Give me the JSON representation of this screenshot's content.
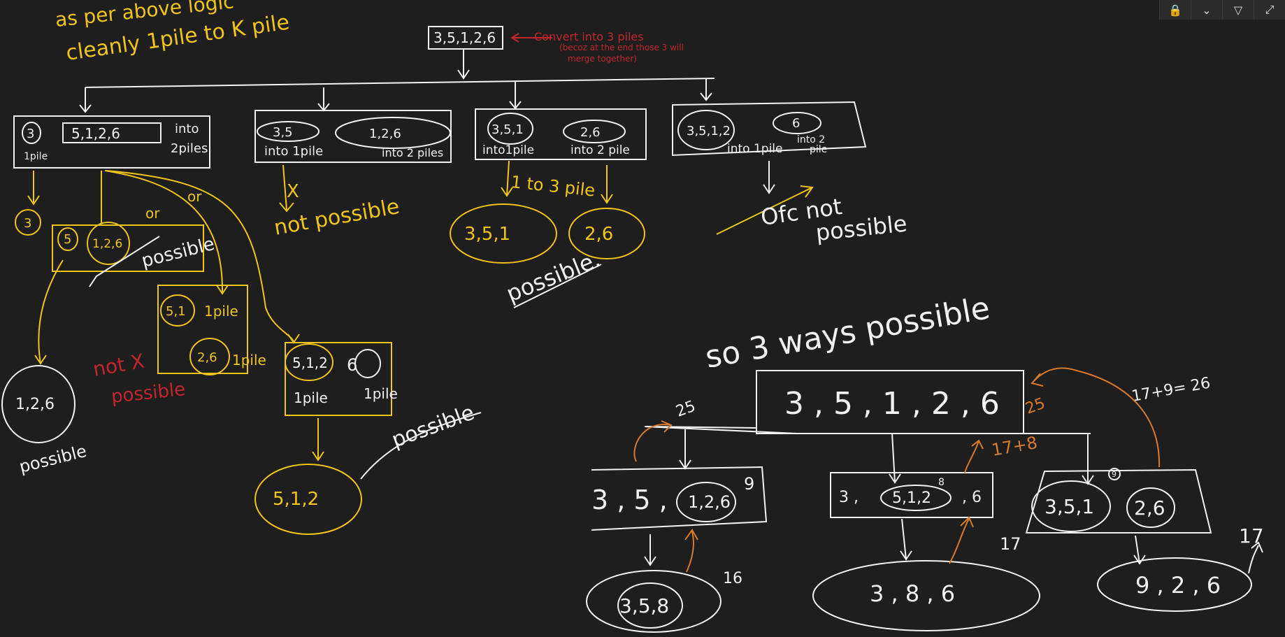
{
  "notes": {
    "heading_line1": "as per above logic",
    "heading_line2": "cleanly 1pile to K pile",
    "convert": "Convert into 3 piles",
    "convert_sub1": "(becoz at the end those 3 will",
    "convert_sub2": "merge together)"
  },
  "root": "3,5,1,2,6",
  "split1": {
    "a": "3",
    "b": "5,1,2,6",
    "into": "into",
    "piles": "2piles",
    "one": "1pile"
  },
  "split2": {
    "a": "3,5",
    "b": "1,2,6",
    "la": "into 1pile",
    "lb": "into 2 piles"
  },
  "split3": {
    "a": "3,5,1",
    "b": "2,6",
    "la": "into1pile",
    "lb": "into 2 pile"
  },
  "split4": {
    "a": "3,5,1,2",
    "b": "6",
    "la": "into 1pile",
    "lb1": "into 2",
    "lb2": "pile"
  },
  "s1": {
    "three": "3",
    "or1": "or",
    "or2": "or",
    "opt1a": "5",
    "opt1b": "1,2,6",
    "possible1": "possible",
    "opt2a": "5,1",
    "opt2b": "2,6",
    "onepile": "1pile",
    "onepile2": "1pile",
    "notposs1": "not X",
    "notposs2": "possible",
    "opt3a": "5,1,2",
    "opt3b": "6",
    "opt3la": "1pile",
    "opt3lb": "1pile",
    "circ_left": "1,2,6",
    "possible_left": "possible",
    "final": "5,1,2",
    "possible_final": "possible"
  },
  "s2": {
    "x": "X",
    "notpossible": "not possible"
  },
  "s3": {
    "piles": "1 to 3 pile",
    "left": "3,5,1",
    "right": "2,6",
    "possible": "possible."
  },
  "s4": {
    "ofc1": "Ofc not",
    "ofc2": "possible"
  },
  "ways": {
    "title": "so 3 ways possible",
    "root": "3 , 5 , 1 , 2 , 6",
    "sum_right": "17+9= 26",
    "n25a": "25",
    "n25b": "25",
    "b1": "3 , 5 ,",
    "b1c": "1,2,6",
    "b1n": "9",
    "b2a": "3 ,",
    "b2c": "5,1,2",
    "b2b": ", 6",
    "b2n": "8",
    "b2sum": "17+8",
    "b3a": "3,5,1",
    "b3b": "2,6",
    "b3n": "9",
    "c1": "3,5,8",
    "c1n": "16",
    "c2": "3 , 8 , 6",
    "c2n": "17",
    "c3": "9 , 2 , 6",
    "c3n": "17"
  },
  "toolbar": {
    "b1": "🔒",
    "b2": "⌄",
    "b3": "▽",
    "b4": "⤢"
  }
}
